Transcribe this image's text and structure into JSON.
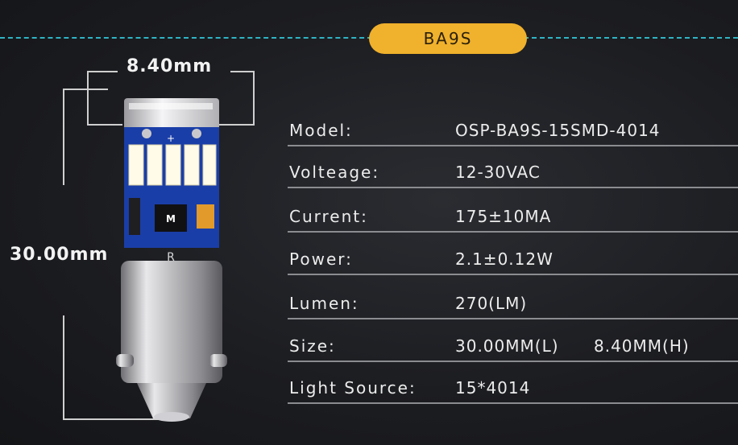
{
  "title": "BA9S",
  "dimensions": {
    "width": "8.40mm",
    "height": "30.00mm"
  },
  "pcb_marks": {
    "plus": "+",
    "chip": "M",
    "letter": "R"
  },
  "specs": [
    {
      "label": "Model:",
      "value": "OSP-BA9S-15SMD-4014"
    },
    {
      "label": "Volteage:",
      "value": "12-30VAC"
    },
    {
      "label": "Current:",
      "value": "175±10MA"
    },
    {
      "label": "Power:",
      "value": "2.1±0.12W"
    },
    {
      "label": "Lumen:",
      "value": "270(LM)"
    },
    {
      "label": "Size:",
      "value": "30.00MM(L)",
      "value2": "8.40MM(H)"
    },
    {
      "label": "Light Source:",
      "value": "15*4014"
    }
  ],
  "colors": {
    "accent": "#f0b12c",
    "dash": "#2fb4c4",
    "pcb": "#1a3ea8"
  }
}
